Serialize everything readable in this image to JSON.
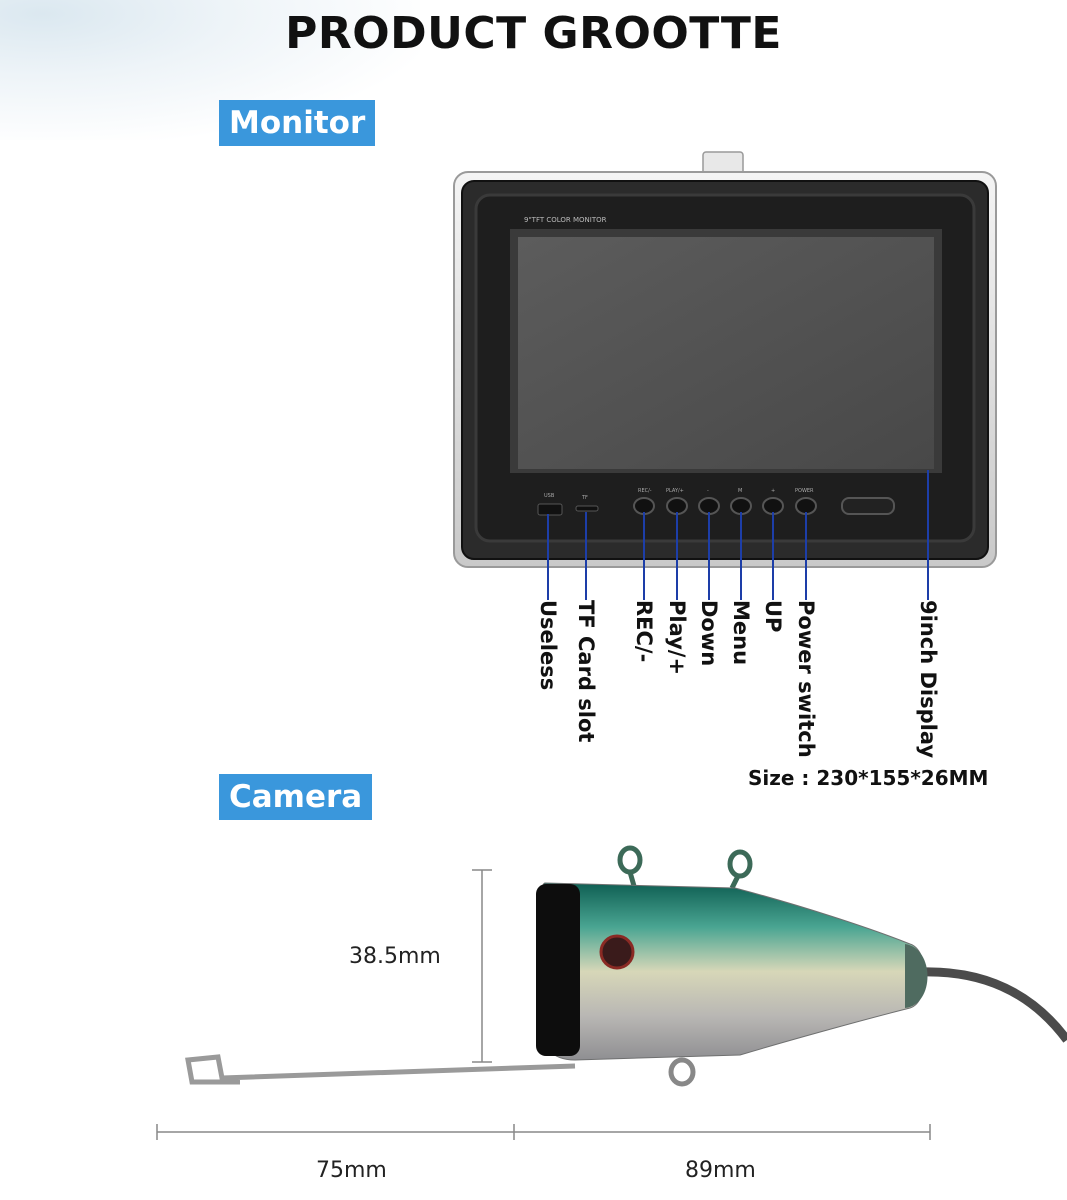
{
  "title": "PRODUCT GROOTTE",
  "monitor": {
    "tag": "Monitor",
    "screen_caption": "9\"TFT COLOR MONITOR",
    "button_captions": [
      "USB",
      "TF",
      "REC/-",
      "PLAY/+",
      "-",
      "M",
      "+",
      "POWER"
    ],
    "labels": [
      "Useless",
      "TF Card slot",
      "REC/-",
      "Play/+",
      "Down",
      "Menu",
      "UP",
      "Power switch",
      "9inch Display"
    ],
    "size_text": "Size  : 230*155*26MM"
  },
  "camera": {
    "tag": "Camera",
    "height_label": "38.5mm",
    "length_labels": [
      "75mm",
      "89mm"
    ]
  },
  "colors": {
    "tag_blue": "#3a97dc",
    "callout_blue": "#1d3ea8"
  }
}
